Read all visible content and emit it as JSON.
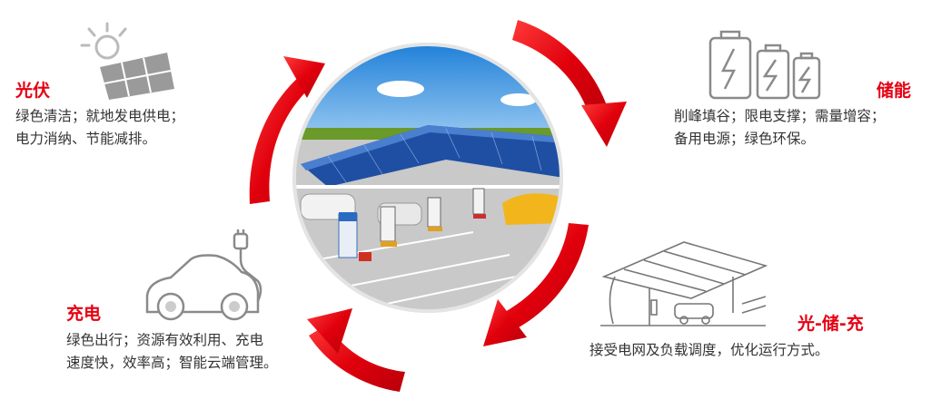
{
  "colors": {
    "accent": "#e60012",
    "arrow": "#d8000c",
    "text": "#333333",
    "icon": "#8a8a8a"
  },
  "sections": {
    "pv": {
      "title": "光伏",
      "lines": [
        "绿色清洁；就地发电供电；",
        "电力消纳、节能减排。"
      ],
      "icon": "solar-panel-icon"
    },
    "storage": {
      "title": "储能",
      "lines": [
        "削峰填谷；限电支撑；需量增容；",
        "备用电源；绿色环保。"
      ],
      "icon": "battery-icon"
    },
    "charge": {
      "title": "充电",
      "lines": [
        "绿色出行；资源有效利用、充电",
        "速度快，效率高；智能云端管理。"
      ],
      "icon": "electric-car-icon"
    },
    "combo": {
      "title": "光-储-充",
      "lines": [
        "接受电网及负载调度，优化运行方式。"
      ],
      "icon": "solar-carport-icon"
    }
  }
}
